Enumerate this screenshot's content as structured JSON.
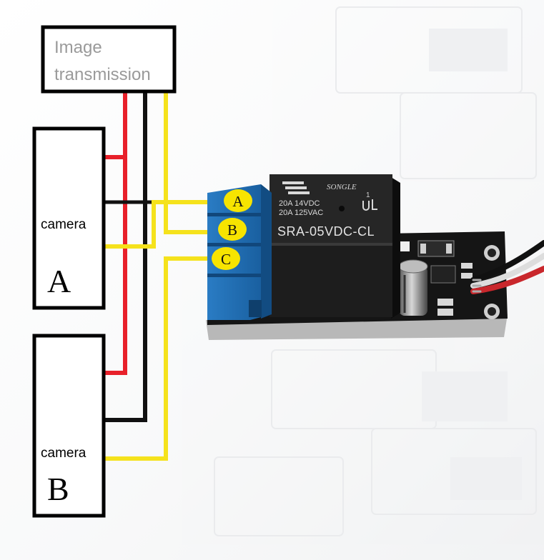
{
  "boxes": {
    "image_transmission": {
      "line1": "Image",
      "line2": "transmission"
    },
    "camera_a": {
      "label": "camera",
      "letter": "A"
    },
    "camera_b": {
      "label": "camera",
      "letter": "B"
    }
  },
  "terminals": [
    "A",
    "B",
    "C"
  ],
  "relay": {
    "brand": "SONGLE",
    "rating1": "20A 14VDC",
    "rating2": "20A 125VAC",
    "model": "SRA-05VDC-CL",
    "digit": "1"
  },
  "colors": {
    "red_wire": "#e8202a",
    "black_wire": "#111111",
    "yellow_wire": "#f5e21c",
    "terminal_block": "#1f6fb5",
    "terminal_label": "#f7e400",
    "relay_body": "#1d1d1d",
    "pcb": "#151515"
  },
  "icons": [
    "songle-logo-icon",
    "ul-mark-icon",
    "capacitor-icon"
  ]
}
